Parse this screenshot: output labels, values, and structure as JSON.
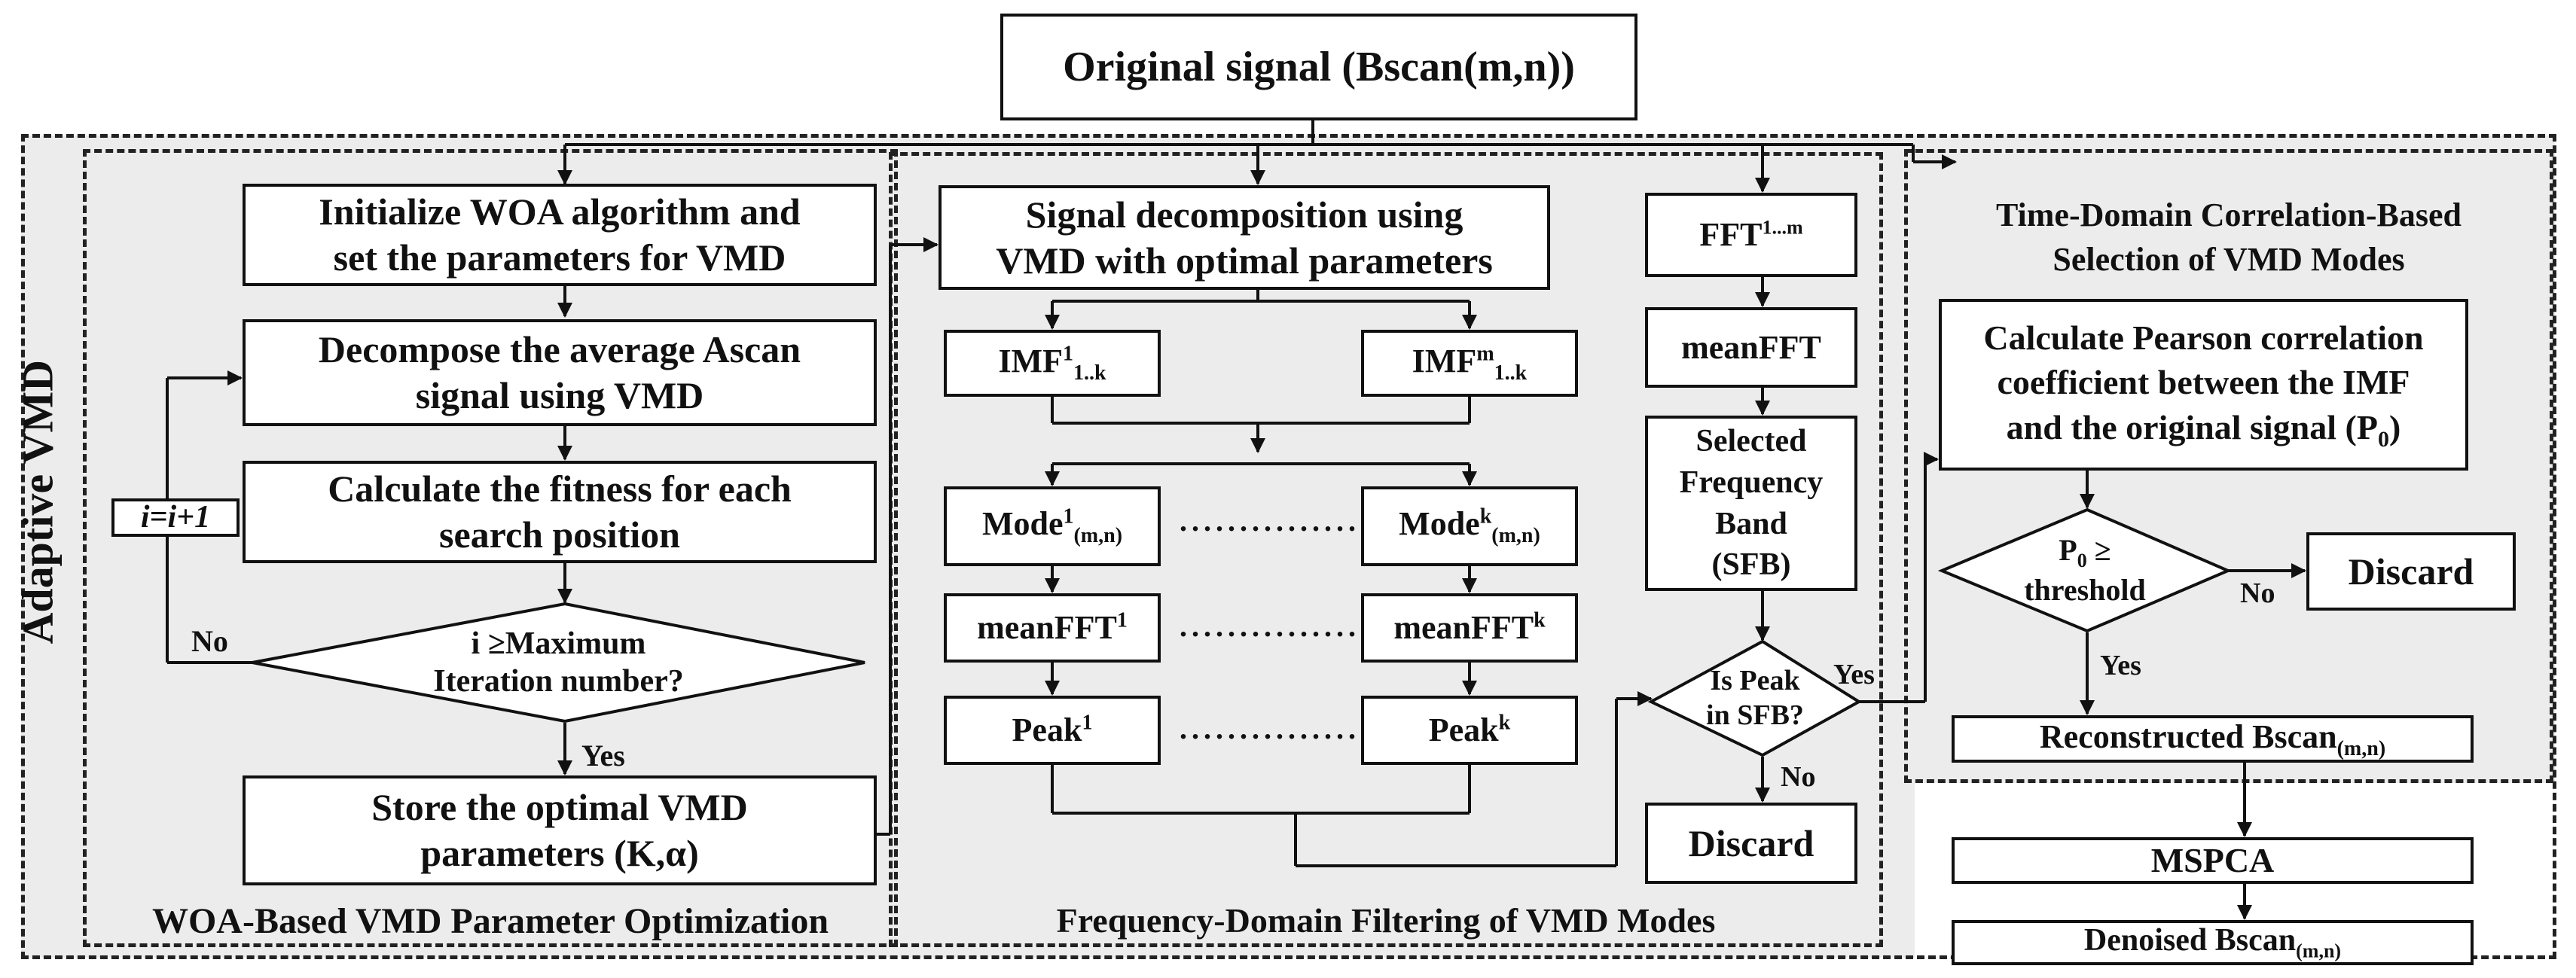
{
  "top": {
    "original_signal": "Original signal (Bscan(m,n))"
  },
  "regions": {
    "adaptive_vmd": "Adaptive VMD",
    "woa_caption": "WOA-Based VMD Parameter Optimization",
    "freq_caption": "Frequency-Domain Filtering of VMD Modes",
    "time_title_1": "Time-Domain Correlation-Based",
    "time_title_2": "Selection of VMD Modes"
  },
  "woa": {
    "init_1": "Initialize  WOA algorithm and",
    "init_2": "set the parameters for VMD",
    "decompose_1": "Decompose the average Ascan",
    "decompose_2": "signal using VMD",
    "fitness_1": "Calculate the fitness for each",
    "fitness_2": "search position",
    "increment": "i=i+1",
    "decision_1": "i ≥Maximum",
    "decision_2": "Iteration number?",
    "no": "No",
    "yes": "Yes",
    "store_1": "Store the optimal VMD",
    "store_2": "parameters  (K,α)"
  },
  "freq": {
    "decomp_1": "Signal decomposition using",
    "decomp_2": "VMD with optimal parameters",
    "imf_left": "IMF",
    "imf_left_sup": "1",
    "imf_left_sub": "1..k",
    "imf_right": "IMF",
    "imf_right_sup": "m",
    "imf_right_sub": "1..k",
    "mode_left": "Mode",
    "mode_left_sup": "1",
    "mode_left_sub": "(m,n)",
    "mode_right": "Mode",
    "mode_right_sup": "k",
    "mode_right_sub": "(m,n)",
    "meanfft_left": "meanFFT",
    "meanfft_left_sup": "1",
    "meanfft_right": "meanFFT",
    "meanfft_right_sup": "k",
    "peak_left": "Peak",
    "peak_left_sup": "1",
    "peak_right": "Peak",
    "peak_right_sup": "k",
    "dots": "...............",
    "fft": "FFT",
    "fft_sup": "1...m",
    "meanfft": "meanFFT",
    "sfb_1": "Selected",
    "sfb_2": "Frequency",
    "sfb_3": "Band",
    "sfb_4": "(SFB)",
    "peak_q_1": "Is Peak",
    "peak_q_2": "in SFB?",
    "yes": "Yes",
    "no": "No",
    "discard": "Discard"
  },
  "time": {
    "pearson_1": "Calculate Pearson correlation",
    "pearson_2": "coefficient between the IMF",
    "pearson_3": "and the original signal (P",
    "pearson_3_sub": "0",
    "pearson_3_end": ")",
    "p0_1": "P",
    "p0_1_sub": "0",
    "p0_1_end": " ≥",
    "p0_2": "threshold",
    "no": "No",
    "yes": "Yes",
    "discard": "Discard",
    "reconstructed": "Reconstructed Bscan",
    "reconstructed_sub": "(m,n)"
  },
  "post": {
    "mspca": "MSPCA",
    "denoised": "Denoised Bscan",
    "denoised_sub": "(m,n)"
  },
  "colors": {
    "line": "#111111",
    "region_fill": "#ececec",
    "box_fill": "#ffffff"
  }
}
